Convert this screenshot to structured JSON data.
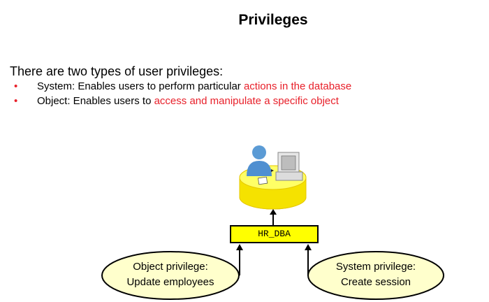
{
  "slide": {
    "title": "Privileges",
    "intro": "There are two types of user privileges:",
    "bullets": [
      {
        "marker": "•",
        "text": "System: Enables users to perform particular ",
        "highlight": "actions in the database"
      },
      {
        "marker": "•",
        "text": "Object: Enables users to ",
        "highlight": "access and manipulate a specific object"
      }
    ]
  },
  "diagram": {
    "user_box": "HR_DBA",
    "object_privilege": {
      "line1": "Object privilege:",
      "line2": "Update employees"
    },
    "system_privilege": {
      "line1": "System privilege:",
      "line2": "Create session"
    },
    "icons": [
      "user-icon",
      "computer-icon",
      "database-disk-icon"
    ]
  },
  "colors": {
    "highlight": "#e8202a",
    "disk_yellow": "#ffff33",
    "disk_shadow": "#e6c800",
    "ellipse_fill": "#ffffcc",
    "user_blue": "#4f8fd1"
  }
}
